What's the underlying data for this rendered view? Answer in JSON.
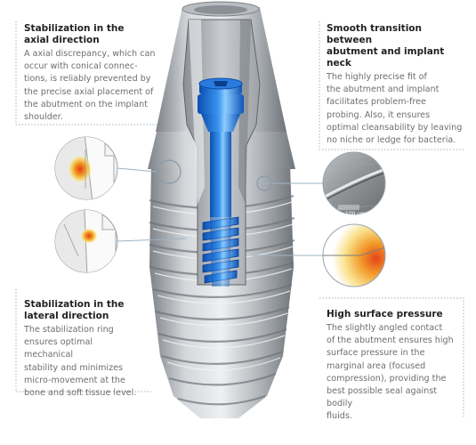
{
  "callouts": {
    "axial": {
      "title_line1": "Stabilization in the",
      "title_line2": "axial direction",
      "lines": [
        "A axial discrepancy, which can",
        "occur with conical connec-",
        "tions, is reliably prevented by",
        "the precise axial placement of",
        "the abutment on the implant",
        "shoulder."
      ]
    },
    "transition": {
      "title_line1": "Smooth transition between",
      "title_line2": "abutment and implant neck",
      "lines": [
        "The highly precise fit of",
        "the abutment and implant",
        "facilitates problem-free",
        "probing. Also, it ensures",
        "optimal cleansability by leaving",
        "no niche or ledge for bacteria."
      ]
    },
    "lateral": {
      "title_line1": "Stabilization in the",
      "title_line2": "lateral direction",
      "lines": [
        "The stabilization ring",
        "ensures optimal mechanical",
        "stability and minimizes",
        "micro-movement at the",
        "bone and soft tissue level."
      ]
    },
    "pressure": {
      "title_line1": "High surface pressure",
      "lines": [
        "The slightly angled contact",
        "of the abutment ensures high",
        "surface pressure in the",
        "marginal area (focused",
        "compression), providing the",
        "best possible seal against bodily",
        "fluids."
      ]
    }
  },
  "micrograph": {
    "scale_label": "100 μm"
  },
  "colors": {
    "metal_light": "#d9dcdf",
    "metal_mid": "#a9adb2",
    "metal_dark": "#6c7177",
    "screw_blue": "#1f6fd8",
    "screw_highlight": "#7fc2ff",
    "pressure_hot": "#e8541e",
    "pressure_warm": "#f5c323",
    "guide_line": "#9fb3c2"
  }
}
